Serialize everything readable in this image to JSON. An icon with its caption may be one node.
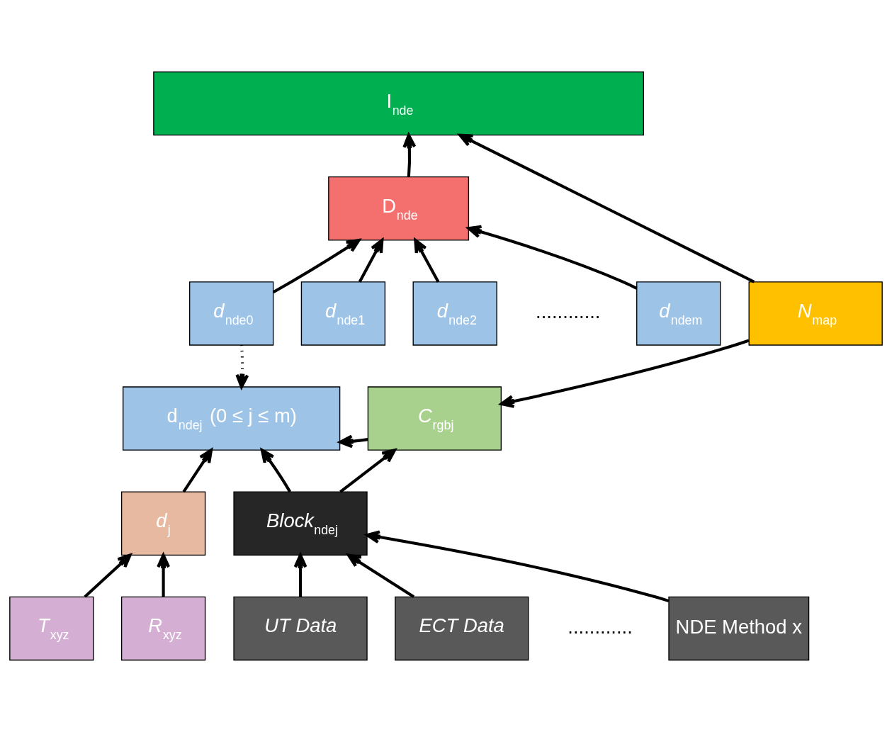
{
  "diagram": {
    "nodes": [
      {
        "text": [
          "I$_{nde}$"
        ]
      },
      {
        "text": [
          "D$_{nde}$"
        ]
      },
      {
        "text": [
          "d$_{nde}$$_{0}$"
        ]
      },
      {
        "text": [
          "d$_{nde}$$_{1}$"
        ]
      },
      {
        "text": [
          "d$_{nde}$$_{2}$"
        ]
      },
      {
        "text": [
          "d$_{nde}$$_{m}$"
        ]
      },
      {
        "text": [
          "N$_{map}$"
        ]
      },
      {
        "text": [
          "d$_{nde}$$_{j}$  (0 ≤ j ≤ m)"
        ]
      },
      {
        "text": [
          "C$_{rgb}$$_{j}$"
        ]
      },
      {
        "text": [
          "Block$_{nde}$$_{j}$"
        ]
      },
      {
        "text": [
          "d$_{j}$"
        ]
      },
      {
        "text": [
          "T$_{xyz}$"
        ]
      },
      {
        "text": [
          "R$_{xyz}$"
        ]
      },
      {
        "text": [
          "UT Data"
        ]
      },
      {
        "text": [
          "ECT Data"
        ]
      },
      {
        "text": [
          "NDE Method x"
        ]
      }
    ],
    "edges": [
      {
        "from": 1,
        "to": 0,
        "arrow": "to"
      },
      {
        "from": 2,
        "to": 1,
        "arrow": "to"
      },
      {
        "from": 3,
        "to": 1,
        "arrow": "to"
      },
      {
        "from": 4,
        "to": 1,
        "arrow": "to"
      },
      {
        "from": 5,
        "to": 1,
        "arrow": "to"
      },
      {
        "from": 6,
        "to": 0,
        "arrow": "to"
      },
      {
        "from": 2,
        "to": 7,
        "arrow": "to",
        "style": "dashed"
      },
      {
        "from": 6,
        "to": 8,
        "arrow": "to"
      },
      {
        "from": 8,
        "to": 7,
        "arrow": "to"
      },
      {
        "from": 9,
        "to": 7,
        "arrow": "to"
      },
      {
        "from": 9,
        "to": 8,
        "arrow": "to"
      },
      {
        "from": 10,
        "to": 7,
        "arrow": "to"
      },
      {
        "from": 11,
        "to": 10,
        "arrow": "to"
      },
      {
        "from": 12,
        "to": 10,
        "arrow": "to"
      },
      {
        "from": 13,
        "to": 9,
        "arrow": "to"
      },
      {
        "from": 14,
        "to": 9,
        "arrow": "to"
      },
      {
        "from": 15,
        "to": 9,
        "arrow": "to"
      }
    ],
    "labels": [
      "............",
      "............"
    ]
  }
}
